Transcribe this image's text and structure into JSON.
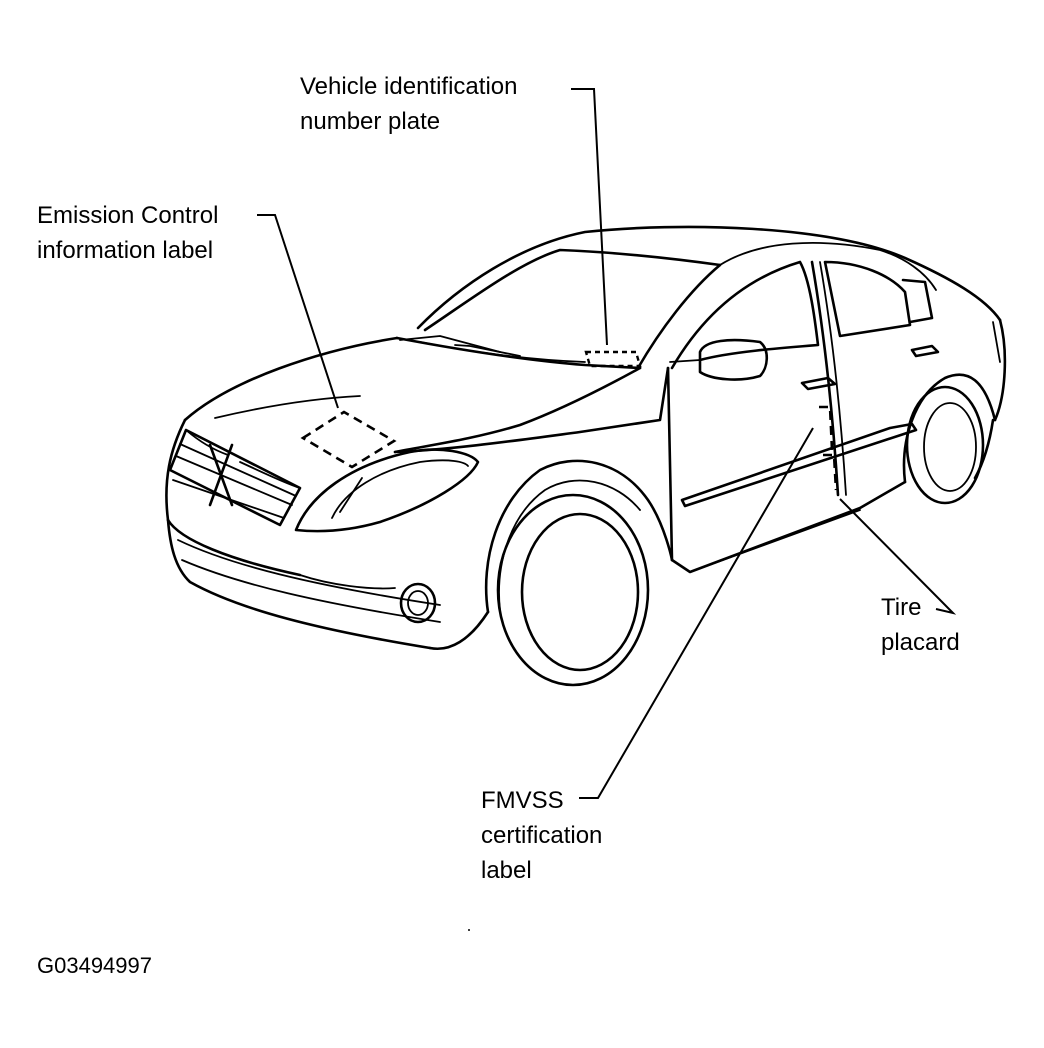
{
  "callouts": {
    "vin_plate": [
      "Vehicle identification",
      "number plate"
    ],
    "emission_label": [
      "Emission Control",
      "information label"
    ],
    "tire_placard": [
      "Tire",
      "placard"
    ],
    "fmvss_label": [
      "FMVSS",
      "certification",
      "label"
    ]
  },
  "figure_id": "G03494997",
  "colors": {
    "line": "#000000",
    "background": "#ffffff"
  }
}
